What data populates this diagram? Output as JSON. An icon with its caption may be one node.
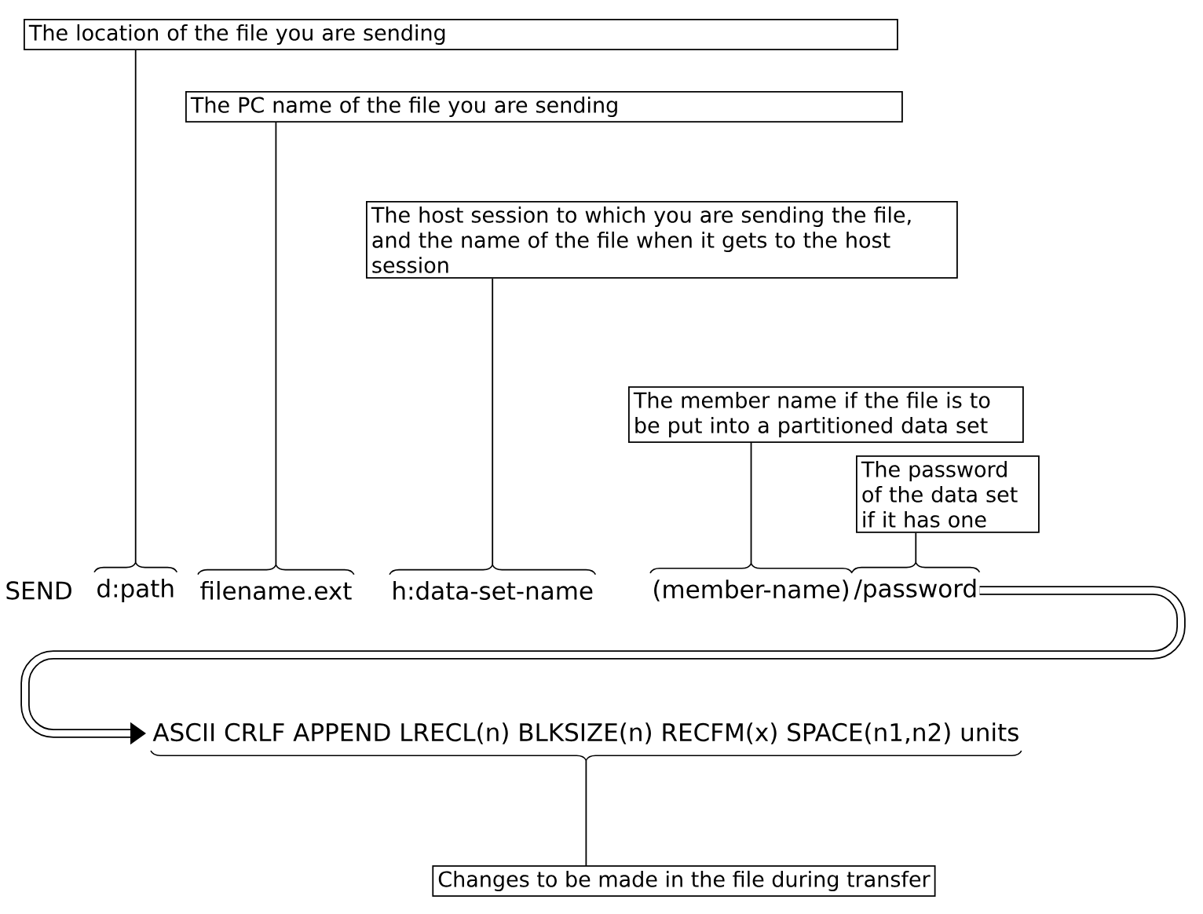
{
  "diagram": {
    "nodes": [
      {
        "text": [
          "The location of the file you are sending"
        ]
      },
      {
        "text": [
          "The PC name of the file you are sending"
        ]
      },
      {
        "text": [
          "The host session to which you are sending the file, and the name of the file when it gets to the host session"
        ]
      },
      {
        "text": [
          "The member name if the file is to be put into a partitioned data set"
        ]
      },
      {
        "text": [
          "The password of the data set if it has one"
        ]
      },
      {
        "text": [
          "d:path"
        ]
      },
      {
        "text": [
          "filename.ext"
        ]
      },
      {
        "text": [
          "h:data-set-name"
        ]
      },
      {
        "text": [
          "(member-name)"
        ]
      },
      {
        "text": [
          "/password"
        ]
      },
      {
        "text": [
          "ASCII CRLF APPEND LRECL(n) BLKSIZE(n) RECFM(x) SPACE(n1,n2) units"
        ]
      },
      {
        "text": [
          "Changes to be made in the file during transfer"
        ]
      }
    ],
    "edges": [
      {
        "from": 0,
        "to": 5,
        "arrow": "none"
      },
      {
        "from": 1,
        "to": 6,
        "arrow": "none"
      },
      {
        "from": 2,
        "to": 7,
        "arrow": "none"
      },
      {
        "from": 3,
        "to": 8,
        "arrow": "none"
      },
      {
        "from": 4,
        "to": 9,
        "arrow": "none"
      },
      {
        "from": 9,
        "to": 10,
        "arrow": "to",
        "style": "thick"
      },
      {
        "from": 10,
        "to": 11,
        "arrow": "none"
      }
    ],
    "labels": [
      "SEND"
    ]
  }
}
